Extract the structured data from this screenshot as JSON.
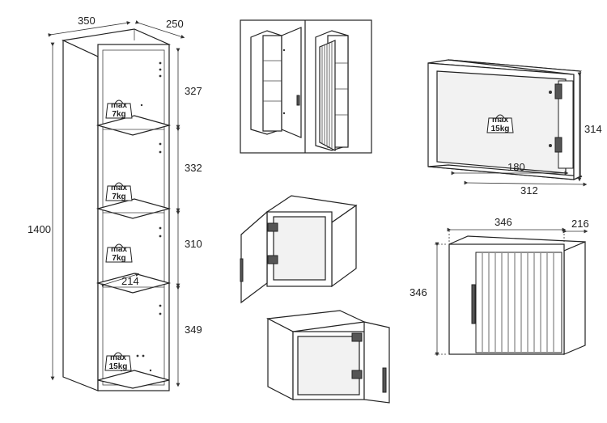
{
  "tall_cabinet": {
    "width": "350",
    "depth": "250",
    "height": "1400",
    "shelf_depth": "214",
    "compartments": [
      "327",
      "332",
      "310",
      "349"
    ],
    "loads": [
      {
        "line1": "max",
        "line2": "7kg"
      },
      {
        "line1": "max",
        "line2": "7kg"
      },
      {
        "line1": "max",
        "line2": "7kg"
      },
      {
        "line1": "max",
        "line2": "15kg"
      }
    ]
  },
  "wall_box": {
    "inner_width": "180",
    "width": "312",
    "height": "314",
    "load": {
      "line1": "max",
      "line2": "15kg"
    }
  },
  "door_cabinet": {
    "width": "346",
    "depth": "216",
    "height": "346"
  }
}
